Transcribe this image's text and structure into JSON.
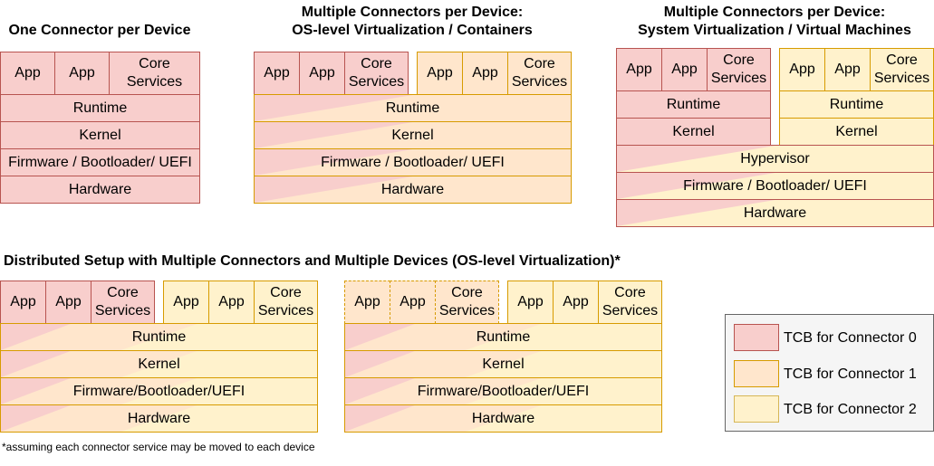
{
  "colors": {
    "tcb0": "#f8cecc",
    "tcb1": "#ffe6cc",
    "tcb2": "#fff2cc",
    "border_red": "#b85450",
    "border_orange": "#d79b00"
  },
  "labels": {
    "app": "App",
    "core1": "Core",
    "core2": "Services",
    "runtime": "Runtime",
    "kernel": "Kernel",
    "firmware": "Firmware / Bootloader/ UEFI",
    "firmware_compact": "Firmware/Bootloader/UEFI",
    "hardware": "Hardware",
    "hypervisor": "Hypervisor"
  },
  "titles": {
    "one": "One Connector per Device",
    "multi_os_1": "Multiple Connectors per Device:",
    "multi_os_2": "OS-level Virtualization / Containers",
    "multi_vm_1": "Multiple Connectors per Device:",
    "multi_vm_2": "System Virtualization / Virtual Machines",
    "distributed": "Distributed Setup with Multiple Connectors and Multiple Devices (OS-level Virtualization)*"
  },
  "legend": [
    {
      "label": "TCB for Connector 0",
      "color": "#f8cecc"
    },
    {
      "label": "TCB for Connector 1",
      "color": "#ffe6cc"
    },
    {
      "label": "TCB for Connector 2",
      "color": "#fff2cc"
    }
  ],
  "footnote": "*assuming each connector service may be moved to each device"
}
